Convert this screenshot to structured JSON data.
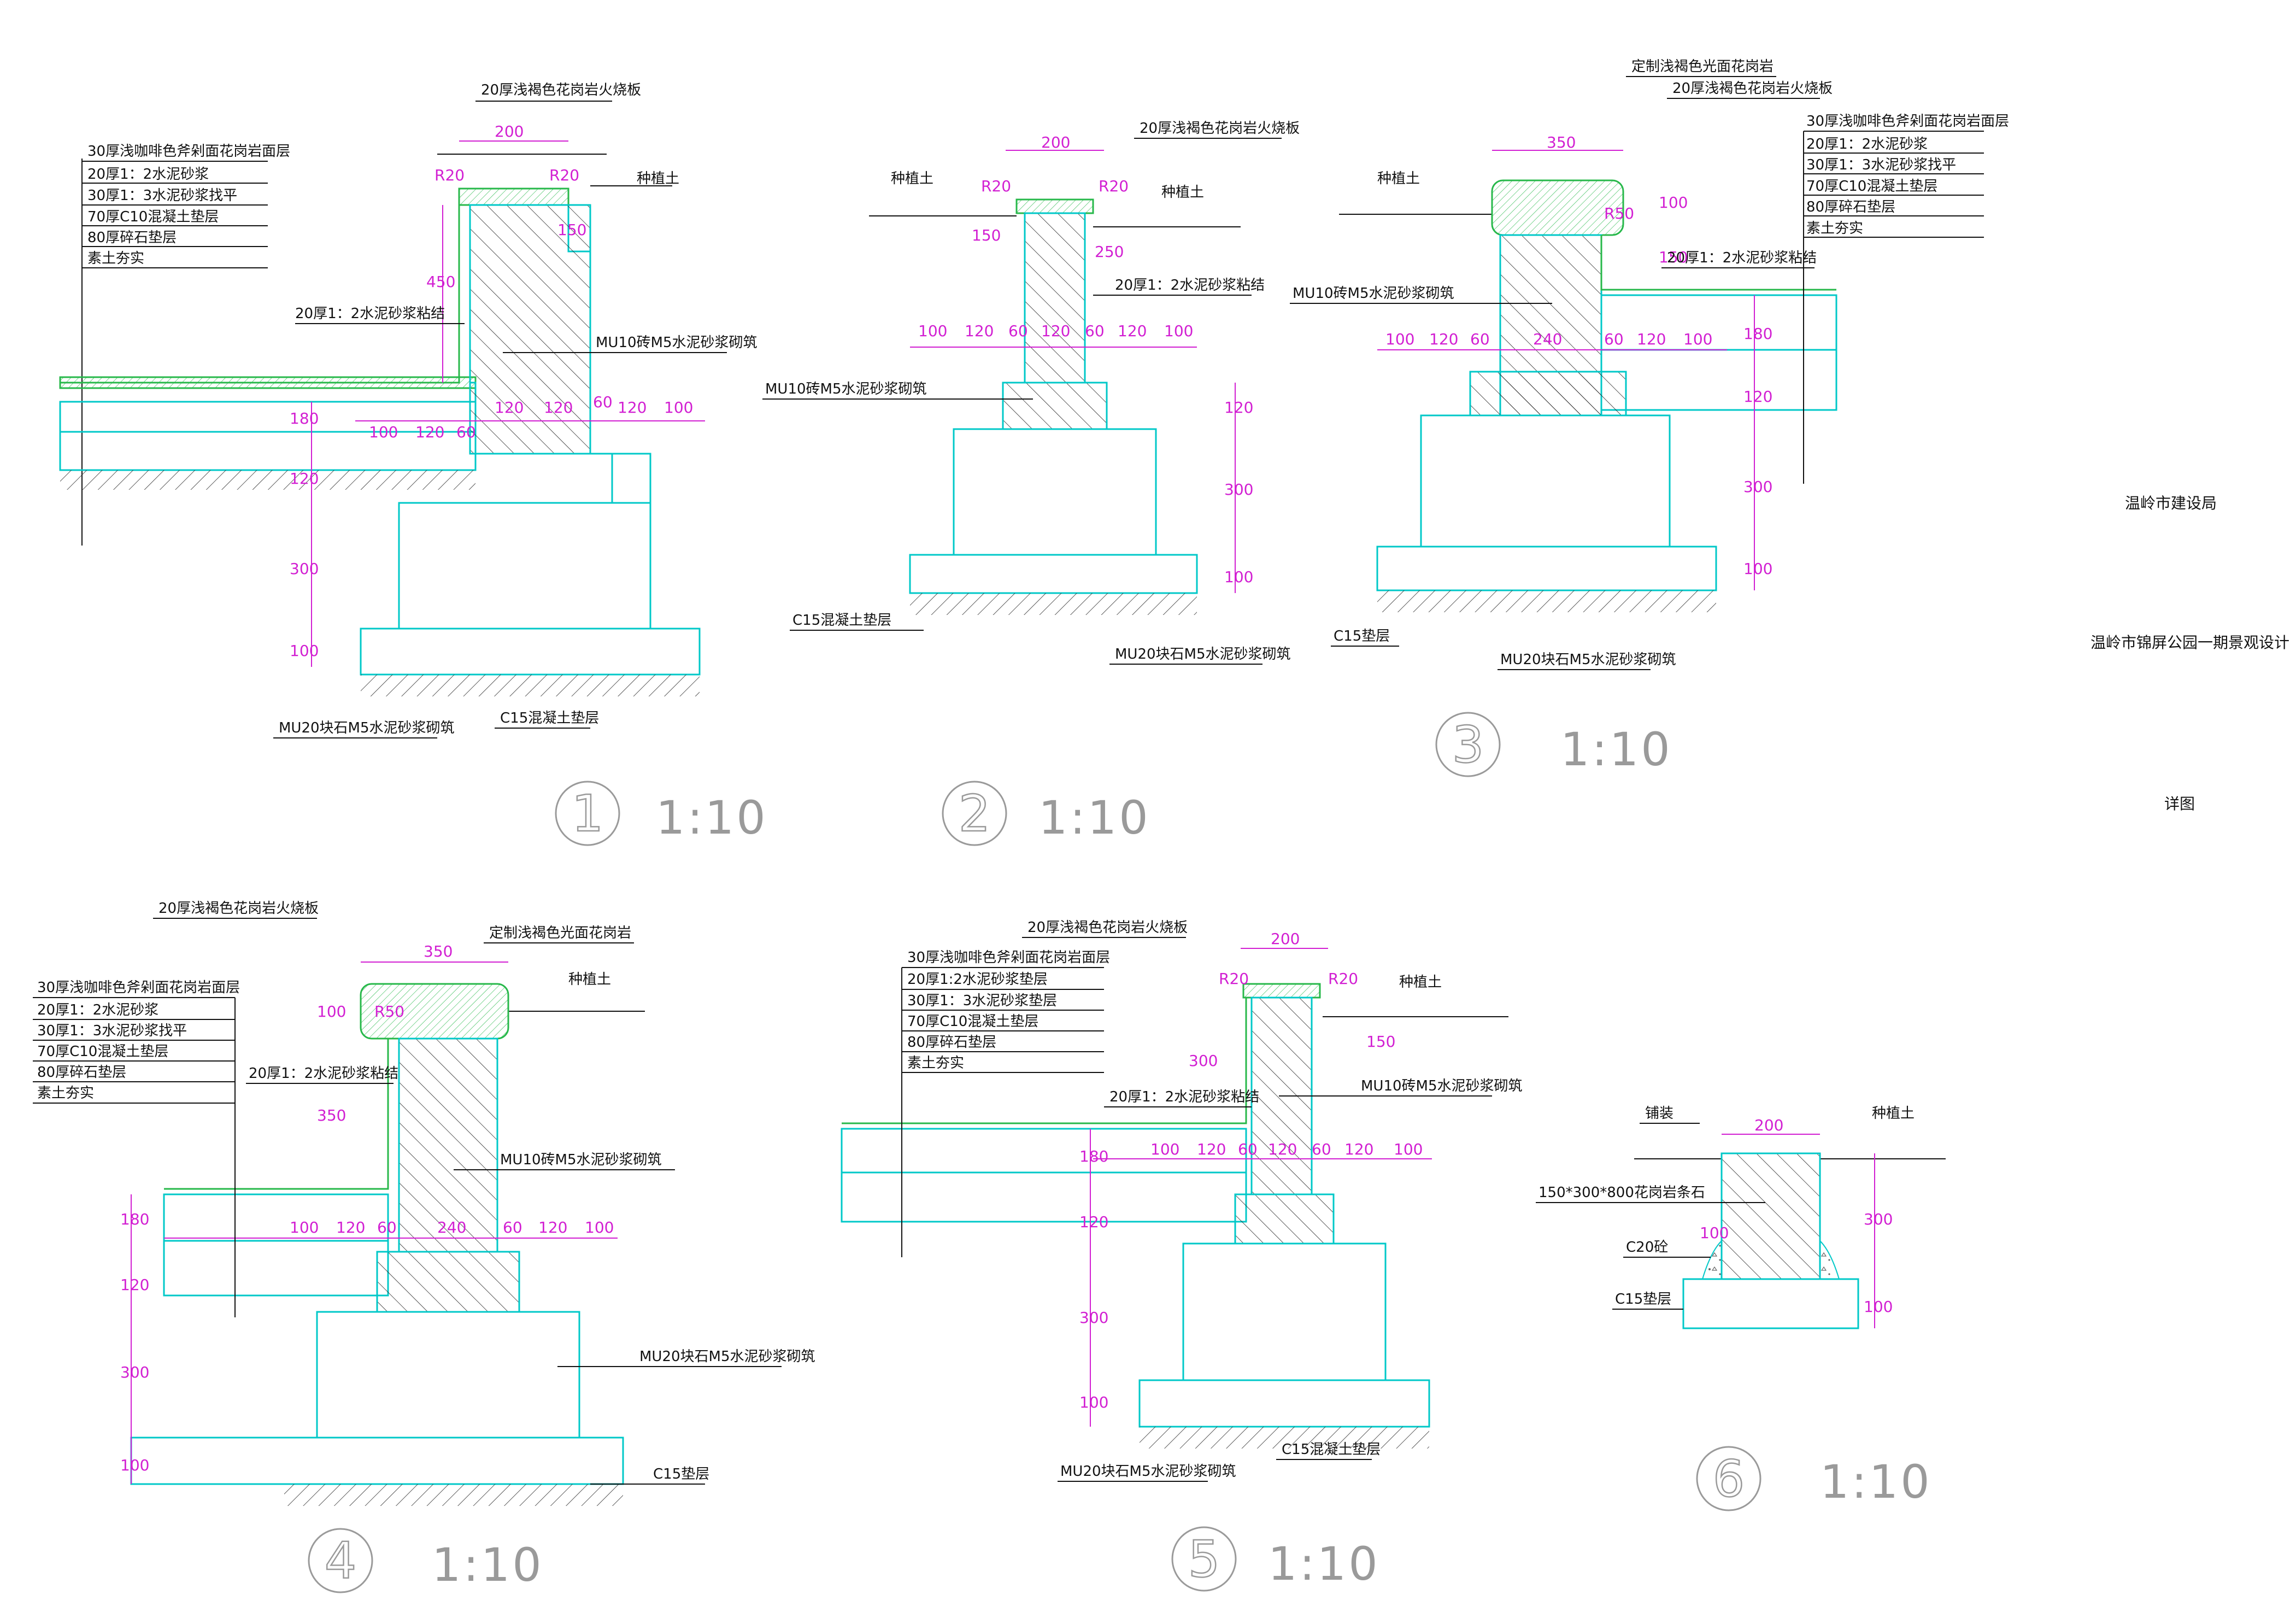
{
  "colors": {
    "outline": "#00c8c8",
    "dimension": "#d21fd2",
    "finish": "#27b84a",
    "text": "#111111",
    "scale": "#9a9a9a"
  },
  "title_block": {
    "client": "温岭市建设局",
    "project": "温岭市锦屏公园一期景观设计",
    "drawing": "详图"
  },
  "details": [
    {
      "number": "1",
      "scale": "1:10",
      "layers": [
        "30厚浅咖啡色斧剁面花岗岩面层",
        "20厚1：2水泥砂浆",
        "30厚1：3水泥砂浆找平",
        "70厚C10混凝土垫层",
        "80厚碎石垫层",
        "素土夯实"
      ],
      "labels": [
        "20厚浅褐色花岗岩火烧板",
        "种植土",
        "20厚1：2水泥砂浆粘结",
        "MU10砖M5水泥砂浆砌筑",
        "MU20块石M5水泥砂浆砌筑",
        "C15混凝土垫层"
      ],
      "dims": [
        "200",
        "R20",
        "R20",
        "150",
        "450",
        "180",
        "120",
        "300",
        "100",
        "100",
        "120",
        "60",
        "120",
        "120",
        "60",
        "120",
        "100"
      ]
    },
    {
      "number": "2",
      "scale": "1:10",
      "labels": [
        "20厚浅褐色花岗岩火烧板",
        "种植土",
        "种植土",
        "20厚1：2水泥砂浆粘结",
        "MU10砖M5水泥砂浆砌筑",
        "C15混凝土垫层",
        "MU20块石M5水泥砂浆砌筑"
      ],
      "dims": [
        "200",
        "R20",
        "R20",
        "150",
        "250",
        "100",
        "120",
        "60",
        "120",
        "60",
        "120",
        "100",
        "120",
        "300",
        "100"
      ]
    },
    {
      "number": "3",
      "scale": "1:10",
      "layers": [
        "30厚浅咖啡色斧剁面花岗岩面层",
        "20厚1：2水泥砂浆",
        "30厚1：3水泥砂浆找平",
        "70厚C10混凝土垫层",
        "80厚碎石垫层",
        "素土夯实"
      ],
      "labels": [
        "定制浅褐色光面花岗岩",
        "20厚浅褐色花岗岩火烧板",
        "种植土",
        "20厚1：2水泥砂浆粘结",
        "MU10砖M5水泥砂浆砌筑",
        "C15垫层",
        "MU20块石M5水泥砂浆砌筑"
      ],
      "dims": [
        "350",
        "R50",
        "100",
        "150",
        "100",
        "120",
        "60",
        "240",
        "60",
        "120",
        "100",
        "180",
        "120",
        "300",
        "100"
      ]
    },
    {
      "number": "4",
      "scale": "1:10",
      "layers": [
        "30厚浅咖啡色斧剁面花岗岩面层",
        "20厚1：2水泥砂浆",
        "30厚1：3水泥砂浆找平",
        "70厚C10混凝土垫层",
        "80厚碎石垫层",
        "素土夯实"
      ],
      "labels": [
        "20厚浅褐色花岗岩火烧板",
        "定制浅褐色光面花岗岩",
        "种植土",
        "20厚1：2水泥砂浆粘结",
        "MU10砖M5水泥砂浆砌筑",
        "MU20块石M5水泥砂浆砌筑",
        "C15垫层"
      ],
      "dims": [
        "350",
        "R50",
        "100",
        "350",
        "180",
        "120",
        "300",
        "100",
        "100",
        "120",
        "60",
        "240",
        "60",
        "120",
        "100"
      ]
    },
    {
      "number": "5",
      "scale": "1:10",
      "layers": [
        "30厚浅咖啡色斧剁面花岗岩面层",
        "20厚1:2水泥砂浆垫层",
        "30厚1：3水泥砂浆垫层",
        "70厚C10混凝土垫层",
        "80厚碎石垫层",
        "素土夯实"
      ],
      "labels": [
        "20厚浅褐色花岗岩火烧板",
        "种植土",
        "20厚1：2水泥砂浆粘结",
        "MU10砖M5水泥砂浆砌筑",
        "MU20块石M5水泥砂浆砌筑",
        "C15混凝土垫层"
      ],
      "dims": [
        "200",
        "R20",
        "R20",
        "300",
        "150",
        "180",
        "120",
        "300",
        "100",
        "100",
        "120",
        "60",
        "120",
        "60",
        "120",
        "100"
      ]
    },
    {
      "number": "6",
      "scale": "1:10",
      "labels": [
        "铺装",
        "种植土",
        "150*300*800花岗岩条石",
        "C20砼",
        "C15垫层"
      ],
      "dims": [
        "200",
        "300",
        "100",
        "100"
      ]
    }
  ]
}
